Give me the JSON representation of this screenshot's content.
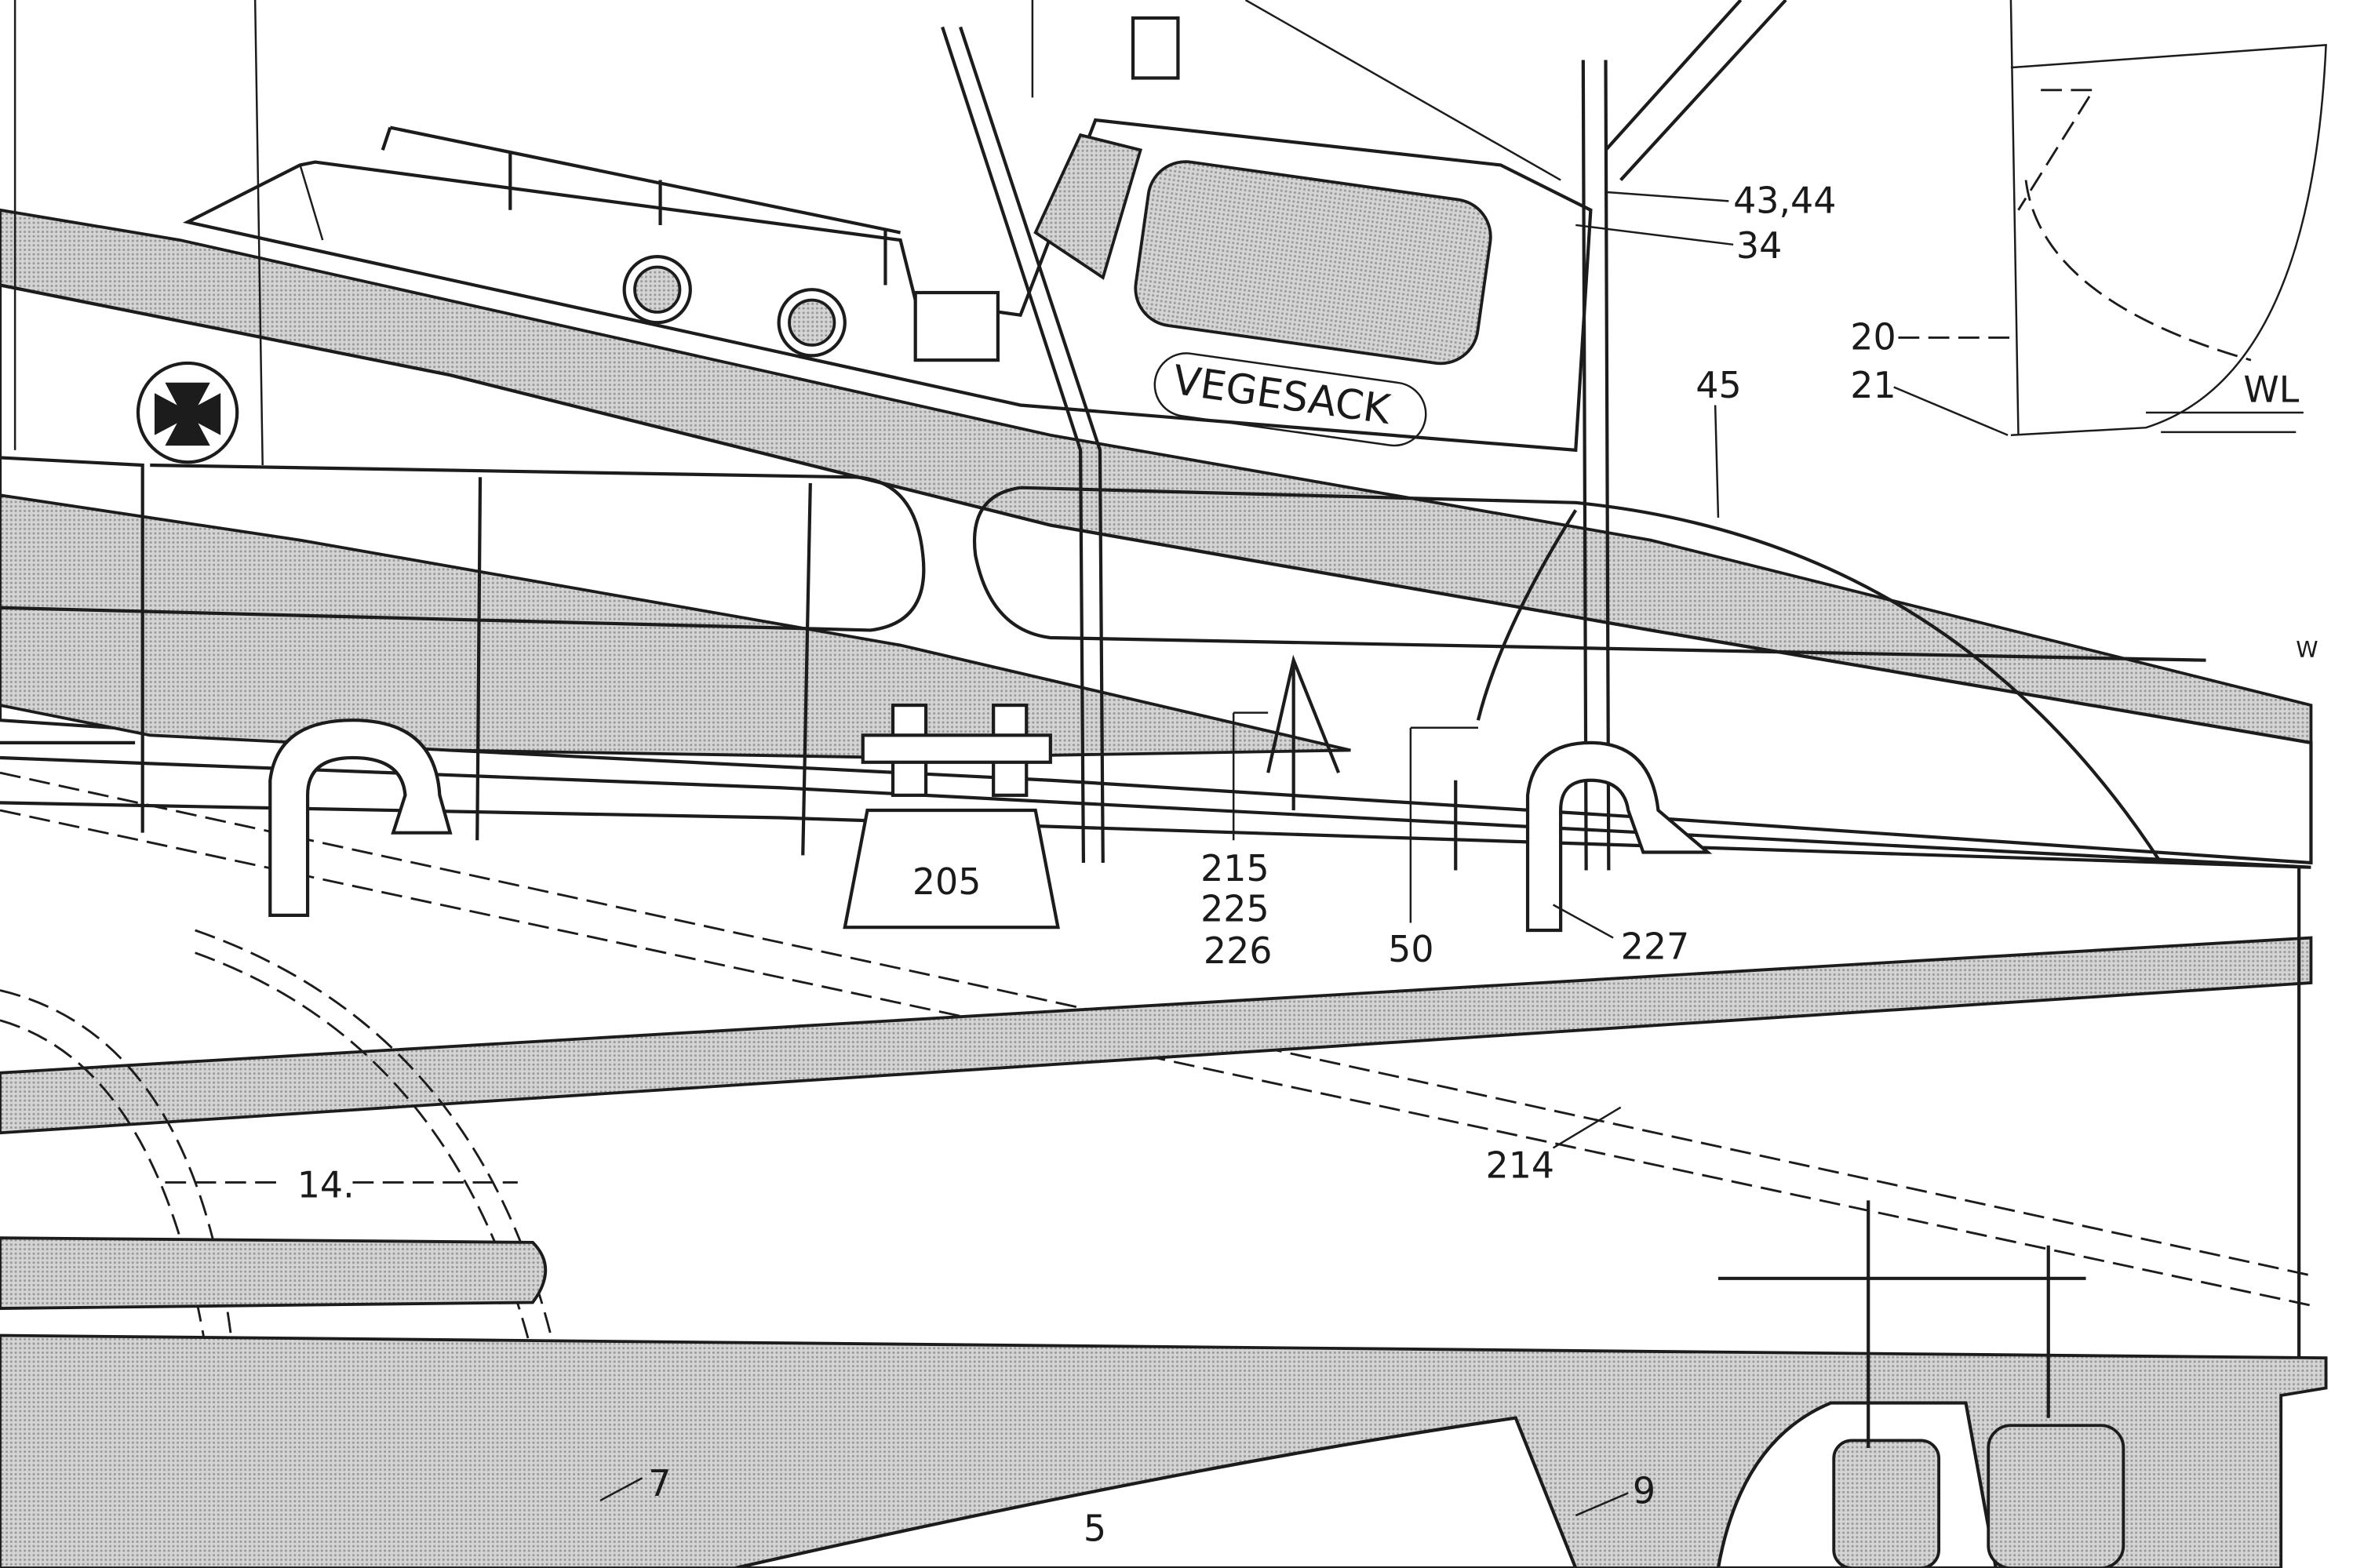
{
  "drawing": {
    "boat_name": "VEGESACK",
    "part_labels": {
      "p43_44": "43,44",
      "p34": "34",
      "p20": "20",
      "p21": "21",
      "waterline": "WL",
      "p45": "45",
      "w_mark": "W",
      "p205": "205",
      "p215": "215",
      "p225": "225",
      "p226": "226",
      "p50": "50",
      "p227": "227",
      "p214": "214",
      "p14": "14.",
      "p7": "7",
      "p5": "5",
      "p9": "9"
    },
    "colors": {
      "ink": "#1c1c1c",
      "shade": "#c6c6c6",
      "paper": "#ffffff"
    }
  }
}
